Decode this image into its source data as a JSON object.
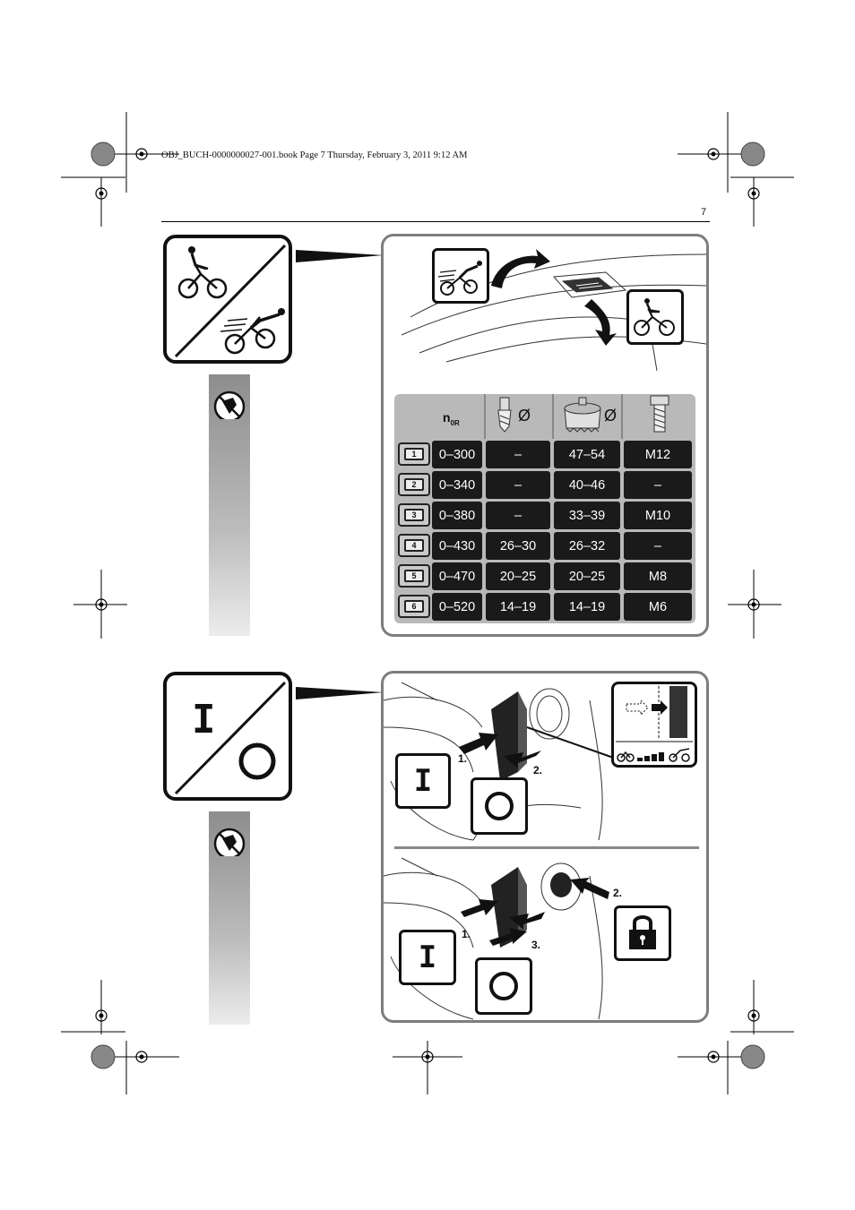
{
  "header": {
    "file_line": "OBJ_BUCH-0000000027-001.book  Page 7  Thursday, February 3, 2011  9:12 AM",
    "page_number": "7"
  },
  "table": {
    "header_symbol": "n",
    "header_subscript": "0R",
    "diameter_symbol": "Ø",
    "rows": [
      {
        "gear": "1",
        "speed": "0–300",
        "drill": "–",
        "hole_saw": "47–54",
        "thread": "M12"
      },
      {
        "gear": "2",
        "speed": "0–340",
        "drill": "–",
        "hole_saw": "40–46",
        "thread": "–"
      },
      {
        "gear": "3",
        "speed": "0–380",
        "drill": "–",
        "hole_saw": "33–39",
        "thread": "M10"
      },
      {
        "gear": "4",
        "speed": "0–430",
        "drill": "26–30",
        "hole_saw": "26–32",
        "thread": "–"
      },
      {
        "gear": "5",
        "speed": "0–470",
        "drill": "20–25",
        "hole_saw": "20–25",
        "thread": "M8"
      },
      {
        "gear": "6",
        "speed": "0–520",
        "drill": "14–19",
        "hole_saw": "14–19",
        "thread": "M6"
      }
    ]
  },
  "figure2": {
    "on_symbol": "I",
    "off_symbol": "O",
    "step1": "1.",
    "step2": "2.",
    "step3": "3."
  },
  "icons": [
    "cyclist-slow-icon",
    "cyclist-fast-icon",
    "no-operation-icon",
    "lock-icon",
    "drill-bit-icon",
    "hole-saw-icon",
    "screw-icon",
    "registration-mark-icon"
  ]
}
